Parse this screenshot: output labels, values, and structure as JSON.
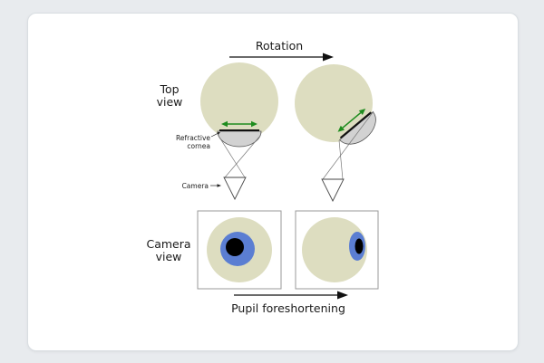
{
  "labels": {
    "rotation": "Rotation",
    "top_view": [
      "Top",
      "view"
    ],
    "refractive_cornea": [
      "Refractive",
      "cornea"
    ],
    "camera": "Camera",
    "camera_view": [
      "Camera",
      "view"
    ],
    "pupil_foreshortening": "Pupil foreshortening"
  },
  "colors": {
    "page_bg": "#e8ebee",
    "card_bg": "#ffffff",
    "eyeball": "#ddddc0",
    "cornea": "#d2d2d2",
    "iris": "#5b7ed2",
    "pupil": "#000000",
    "green_arrow": "#1e8c1e",
    "arrow_black": "#111111"
  }
}
